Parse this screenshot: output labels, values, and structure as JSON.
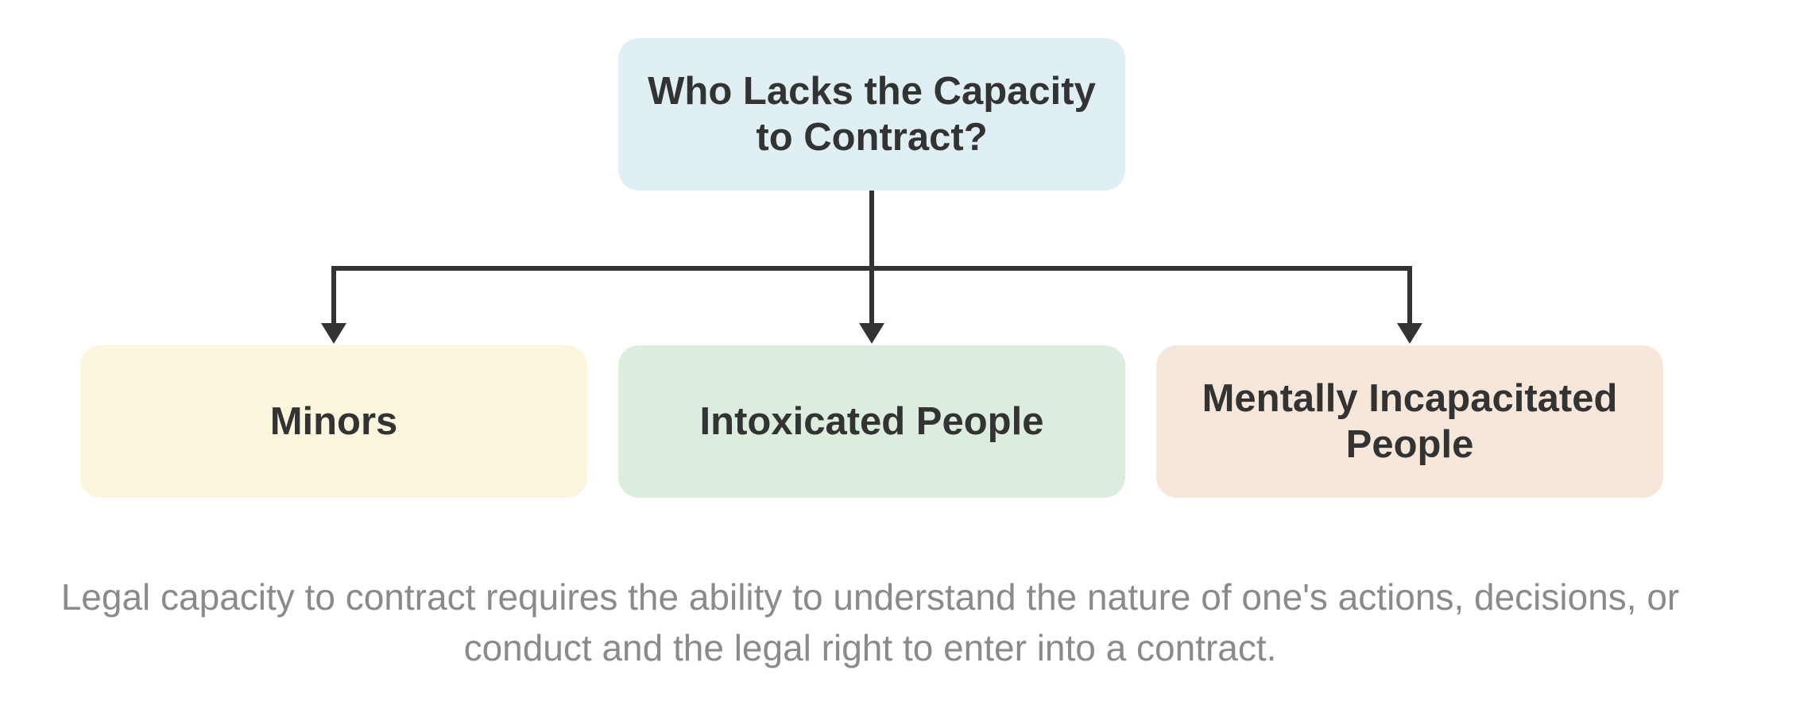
{
  "diagram": {
    "root": {
      "label": "Who Lacks the Capacity to Contract?",
      "color": "#e0eff4"
    },
    "children": [
      {
        "label": "Minors",
        "color": "#fdf6df"
      },
      {
        "label": "Intoxicated People",
        "color": "#dcedde"
      },
      {
        "label": "Mentally Incapacitated People",
        "color": "#f7e6da"
      }
    ],
    "connector_color": "#333333"
  },
  "caption": "Legal capacity to contract requires the ability to understand the nature of one's actions, decisions, or conduct and the legal right to enter into a contract."
}
